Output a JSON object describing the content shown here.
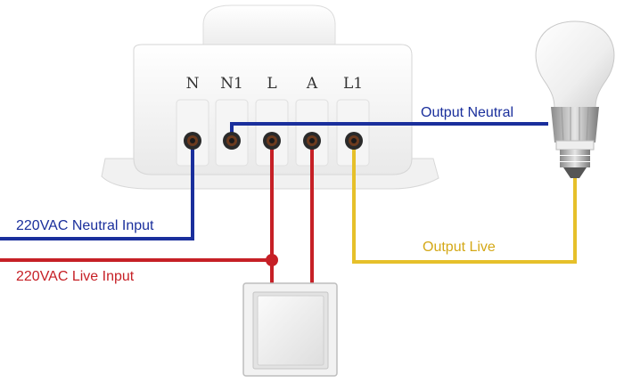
{
  "terminals": [
    {
      "id": "N",
      "label": "N"
    },
    {
      "id": "N1",
      "label": "N1"
    },
    {
      "id": "L",
      "label": "L"
    },
    {
      "id": "A",
      "label": "A"
    },
    {
      "id": "L1",
      "label": "L1"
    }
  ],
  "wire_labels": {
    "output_neutral": "Output Neutral",
    "neutral_input": "220VAC Neutral Input",
    "output_live": "Output Live",
    "live_input": "220VAC Live Input"
  },
  "colors": {
    "neutral": "#1a2f9c",
    "live": "#c62026",
    "output_live": "#e6c02a",
    "neutral_text": "#1a2f9c",
    "live_text": "#c62026",
    "output_live_text": "#d4a817"
  },
  "icons": {
    "device": "relay-module",
    "bulb": "light-bulb-icon",
    "switch": "wall-switch-icon"
  }
}
